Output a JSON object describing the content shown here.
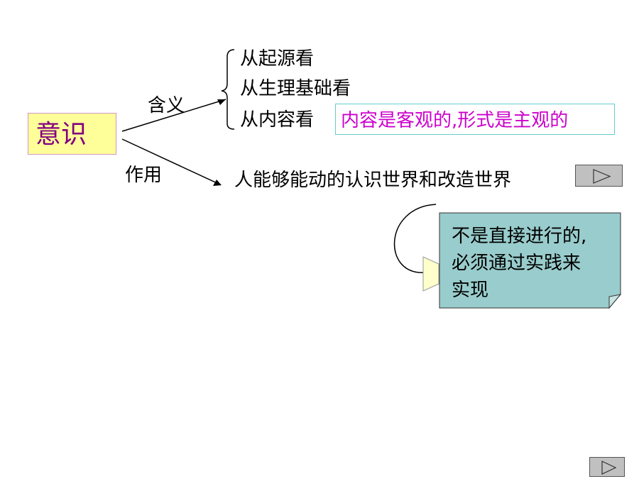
{
  "root": {
    "label": "意识"
  },
  "meaning": {
    "label": "含义",
    "branches": [
      "从起源看",
      "从生理基础看",
      "从内容看"
    ],
    "content_note": "内容是客观的,形式是主观的"
  },
  "function": {
    "label": "作用",
    "statement": "人能够能动的认识世界和改造世界",
    "note": [
      "不是直接进行的,",
      "必须通过实践来",
      "实现"
    ]
  },
  "colors": {
    "root_fill": "#ffff99",
    "root_text": "#800080",
    "content_note_text": "#cc00cc",
    "content_note_border": "#66cccc",
    "note_fill": "#99cccc",
    "callout_fill": "#ffffcc"
  },
  "icons": {
    "nav_top": "play-triangle-icon",
    "nav_bottom": "play-triangle-icon"
  }
}
